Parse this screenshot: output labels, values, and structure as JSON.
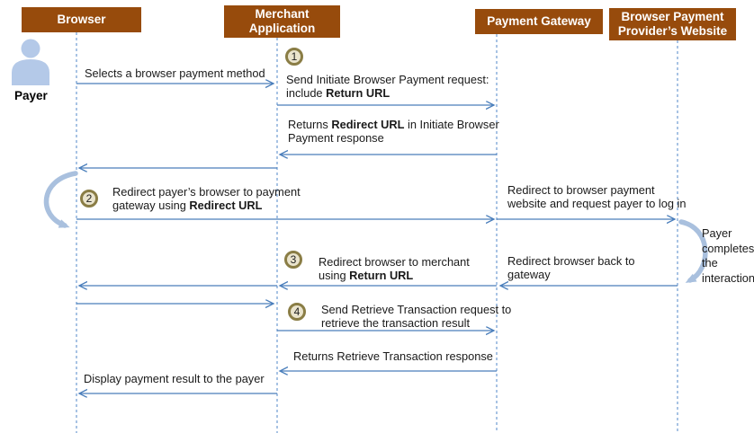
{
  "colors": {
    "header_bg": "#974B0C",
    "header_text": "#FFFFFF",
    "arrow_blue": "#4A7EBB",
    "lifeline_blue": "#6F9BD1",
    "badge_fill": "#EAE4CD",
    "badge_border": "#8A7D45",
    "loop_arrow": "#A9C0DE",
    "payer_icon": "#B4C9E8"
  },
  "payer": {
    "label": "Payer"
  },
  "headers": [
    {
      "label": "Browser"
    },
    {
      "label": "Merchant Application"
    },
    {
      "label": "Payment Gateway"
    },
    {
      "label": "Browser Payment Provider’s Website"
    }
  ],
  "step_labels": [
    "1",
    "2",
    "3",
    "4"
  ],
  "messages": {
    "select_method": [
      {
        "t": "Selects a browser payment method"
      }
    ],
    "initiate_request": [
      {
        "t": "Send Initiate Browser Payment request:\ninclude "
      },
      {
        "t": "Return URL",
        "b": true
      }
    ],
    "initiate_response": [
      {
        "t": "Returns "
      },
      {
        "t": "Redirect URL",
        "b": true
      },
      {
        "t": " in Initiate Browser\nPayment response"
      }
    ],
    "redirect_to_gateway": [
      {
        "t": "Redirect payer’s browser to payment\ngateway using "
      },
      {
        "t": "Redirect URL",
        "b": true
      }
    ],
    "redirect_to_provider": [
      {
        "t": "Redirect to browser payment\nwebsite and request payer to log in"
      }
    ],
    "payer_completes": [
      {
        "t": "Payer\ncompletes\nthe\ninteraction"
      }
    ],
    "redirect_to_merchant": [
      {
        "t": "Redirect browser to merchant\nusing "
      },
      {
        "t": "Return URL",
        "b": true
      }
    ],
    "redirect_back_to_gateway": [
      {
        "t": "Redirect browser back to\ngateway"
      }
    ],
    "retrieve_request": [
      {
        "t": "Send Retrieve Transaction request to\nretrieve the transaction result"
      }
    ],
    "retrieve_response": [
      {
        "t": "Returns Retrieve Transaction response"
      }
    ],
    "display_result": [
      {
        "t": "Display payment result to the payer"
      }
    ]
  }
}
